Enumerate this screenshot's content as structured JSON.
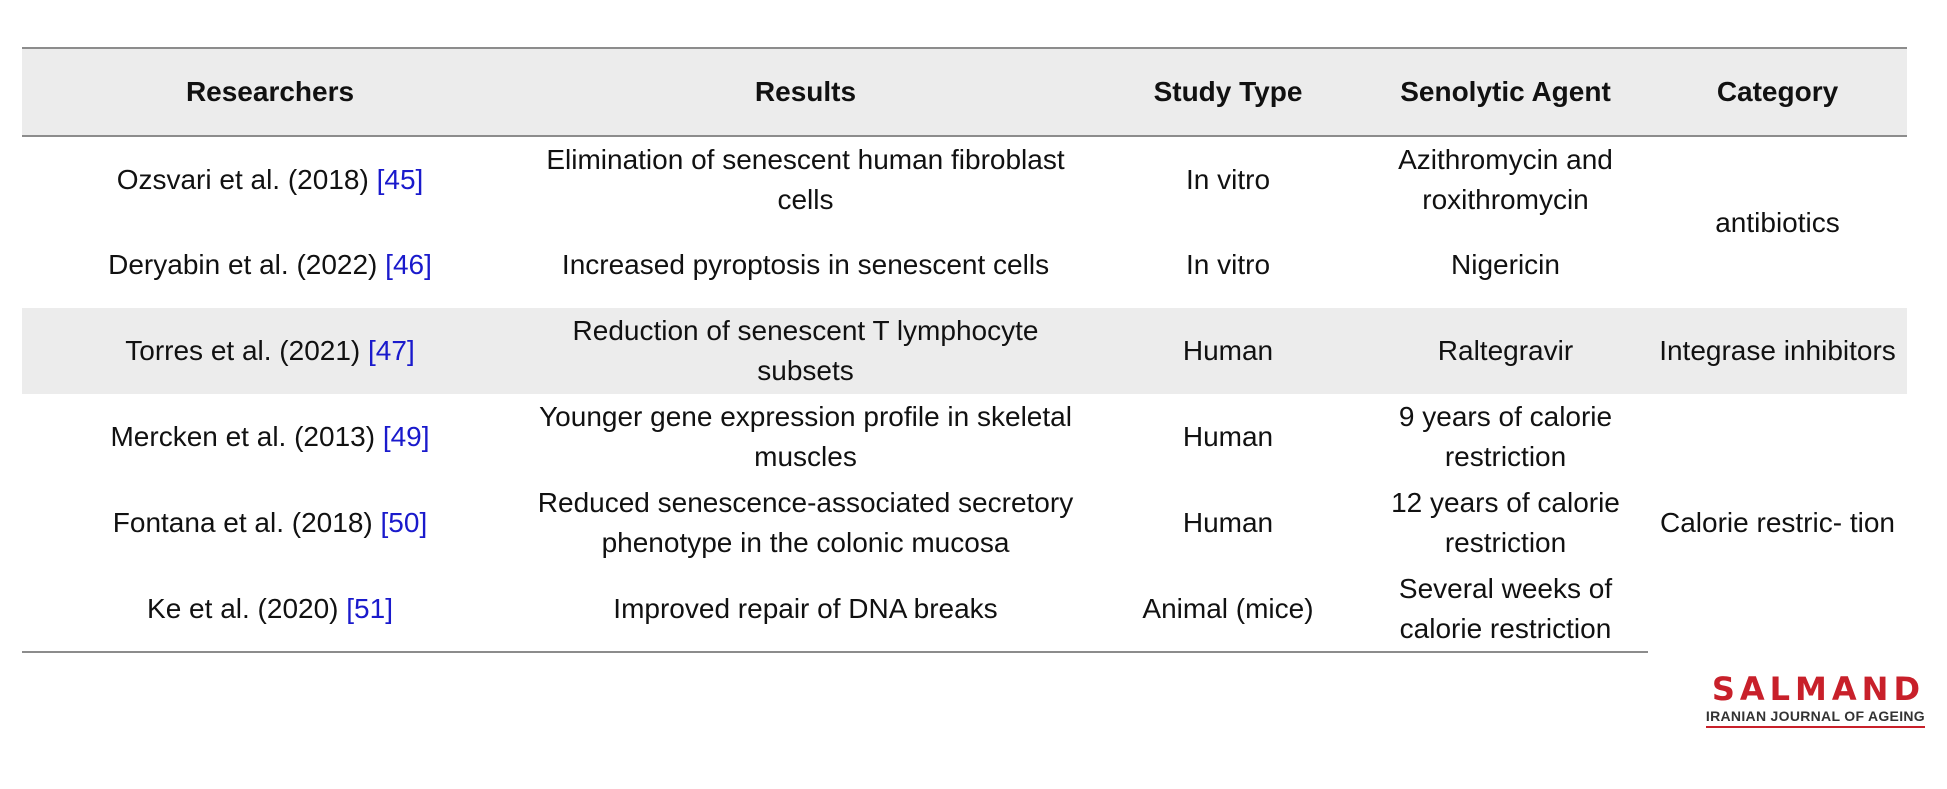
{
  "table": {
    "headers": [
      "Researchers",
      "Results",
      "Study Type",
      "Senolytic Agent",
      "Category"
    ],
    "rows": [
      {
        "researchers": "Ozsvari et al. (2018)",
        "ref": "[45]",
        "results": "Elimination of senescent human fibroblast cells",
        "study_type": "In vitro",
        "agent": "Azithromycin and roxithromycin"
      },
      {
        "researchers": "Deryabin et al. (2022)",
        "ref": "[46]",
        "results": "Increased pyroptosis in senescent cells",
        "study_type": "In vitro",
        "agent": "Nigericin"
      },
      {
        "researchers": "Torres et al. (2021)",
        "ref": "[47]",
        "results": "Reduction of senescent T lymphocyte subsets",
        "study_type": "Human",
        "agent": "Raltegravir"
      },
      {
        "researchers": "Mercken et al. (2013)",
        "ref": "[49]",
        "results": "Younger gene expression profile in skeletal muscles",
        "study_type": "Human",
        "agent": "9 years of calorie restriction"
      },
      {
        "researchers": "Fontana et al. (2018)",
        "ref": "[50]",
        "results": "Reduced senescence-associated secretory phenotype in the colonic mucosa",
        "study_type": "Human",
        "agent": "12 years of calorie restriction"
      },
      {
        "researchers": "Ke et al. (2020)",
        "ref": "[51]",
        "results": "Improved repair of DNA breaks",
        "study_type": "Animal (mice)",
        "agent": "Several weeks of calorie restriction"
      }
    ],
    "categories": [
      "antibiotics",
      "Integrase inhibitors",
      "Calorie restric- tion"
    ]
  },
  "logo": {
    "title": "SALMAND",
    "subtitle": "IRANIAN JOURNAL OF AGEING"
  },
  "colors": {
    "header_bg": "#ececec",
    "ref_link": "#1a1acc",
    "logo_red": "#c8202a"
  }
}
